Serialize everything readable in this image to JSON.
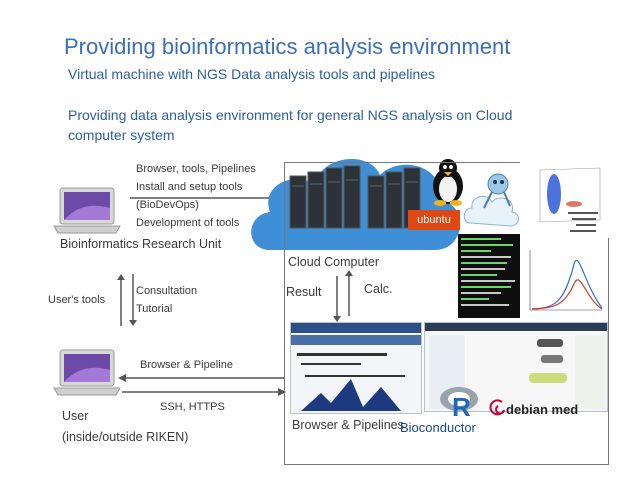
{
  "slide": {
    "title": "Providing bioinformatics analysis environment",
    "subtitle_1": "Virtual machine with NGS Data analysis tools and pipelines",
    "subtitle_2_line1": "Providing data analysis environment for general NGS analysis on Cloud",
    "subtitle_2_line2": "computer system"
  },
  "unit_flow": {
    "line1": "Browser, tools, Pipelines",
    "line2": "Install and setup tools",
    "line3": "(BioDevOps)",
    "line4": "Development of tools"
  },
  "nodes": {
    "research_unit": "Bioinformatics Research Unit",
    "cloud": "Cloud Computer",
    "user_line1": "User",
    "user_line2": "(inside/outside RIKEN)",
    "browser_pipelines": "Browser & Pipelines"
  },
  "edges": {
    "users_tools": "User's tools",
    "consultation": "Consultation",
    "tutorial": "Tutorial",
    "result": "Result",
    "calc": "Calc.",
    "browser_pipeline": "Browser & Pipeline",
    "ssh_https": "SSH, HTTPS"
  },
  "logos": {
    "ubuntu": "ubuntu",
    "r": "R",
    "bioconductor": "Bioconductor",
    "debian_med": "debian med"
  },
  "colors": {
    "title": "#3b6fb6",
    "cloud": "#3e8fd6",
    "arrow": "#555555"
  }
}
